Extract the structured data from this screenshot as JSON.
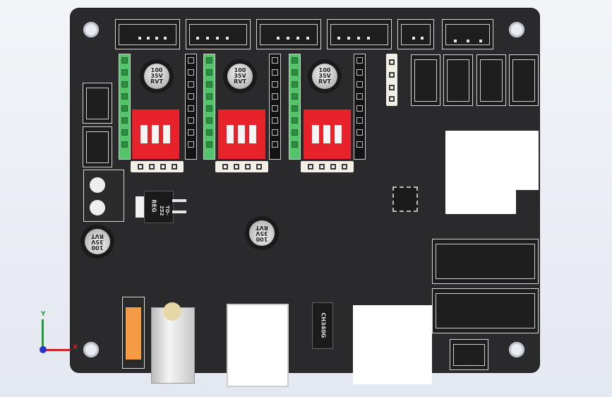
{
  "capacitor_marks": {
    "value": "100",
    "voltage": "35V",
    "brand": "RVT"
  },
  "regulator": {
    "part": "REG",
    "package": "TO-252"
  },
  "usb_chip": {
    "label": "CH340G"
  },
  "axis": {
    "x": "X",
    "y": "Y"
  },
  "colors": {
    "board": "#2a2a2c",
    "header_green": "#54c46b",
    "dip_red": "#e8222a"
  }
}
